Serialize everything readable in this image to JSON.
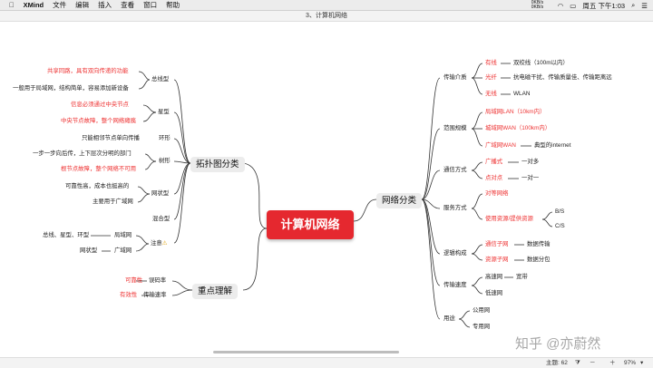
{
  "menubar": {
    "apple": "",
    "app": "XMind",
    "items": [
      "文件",
      "编辑",
      "插入",
      "查看",
      "窗口",
      "帮助"
    ],
    "net": "0KB/s 0KB/s",
    "datetime": "周五 下午1:03"
  },
  "window": {
    "title": "3、计算机网络"
  },
  "map": {
    "central": "计算机网络",
    "topics": {
      "topo": "拓扑图分类",
      "understand": "重点理解",
      "netclass": "网络分类"
    },
    "topo": {
      "bus": "总线型",
      "bus_a": "共享同路，具有双向传递的功能",
      "bus_b": "一般用于局域网，结构简单，容易添加新设备",
      "star": "星型",
      "star_a": "信息必须通过中央节点",
      "star_b": "中央节点故障，整个网络瘫痪",
      "ring": "环形",
      "ring_a": "只能相邻节点单向传播",
      "tree": "树形",
      "tree_a": "一步一步向后传，上下层次分明的部门",
      "tree_b": "根节点故障，整个网络不可用",
      "mesh": "网状型",
      "mesh_a": "可靠性高，成本也挺高的",
      "mesh_b": "主要用于广域网",
      "mixed": "混合型",
      "note": "注意",
      "note_a": "总线、星型、环型",
      "note_a2": "局域网",
      "note_b": "网状型",
      "note_b2": "广域网"
    },
    "understand": {
      "rel": "可靠性",
      "rel2": "误码率",
      "eff": "有效性",
      "eff2": "传输速率"
    },
    "netclass": {
      "media": "传输介质",
      "wired": "有线",
      "wired2": "双绞线（100m以内）",
      "fiber": "光纤",
      "fiber2": "抗电磁干扰、传输质量佳、传输距离远",
      "wireless": "无线",
      "wireless2": "WLAN",
      "scope": "范围规模",
      "lan": "局域网LAN（10km内）",
      "man": "城域网WAN（100km内）",
      "wan": "广域网WAN",
      "wan2": "典型的internet",
      "comm": "通信方式",
      "broadcast": "广播式",
      "broadcast2": "一对多",
      "p2p": "点对点",
      "p2p2": "一对一",
      "service": "服务方式",
      "peer": "对等网络",
      "cs": "使用资源/提供资源",
      "bs": "B/S",
      "cs2": "C/S",
      "logic": "逻辑构成",
      "commsub": "通信子网",
      "commsub2": "数据传输",
      "ressub": "资源子网",
      "ressub2": "数据分包",
      "speed": "传输速度",
      "high": "高速网",
      "high2": "宽带",
      "low": "低速网",
      "use": "用途",
      "public": "公用网",
      "private": "专用网"
    }
  },
  "statusbar": {
    "topics": "主题: 62",
    "zoom": "97%"
  },
  "watermark": "知乎 @亦蔚然",
  "colors": {
    "central": "#e5282f",
    "highlight": "#e33",
    "line": "#333"
  }
}
